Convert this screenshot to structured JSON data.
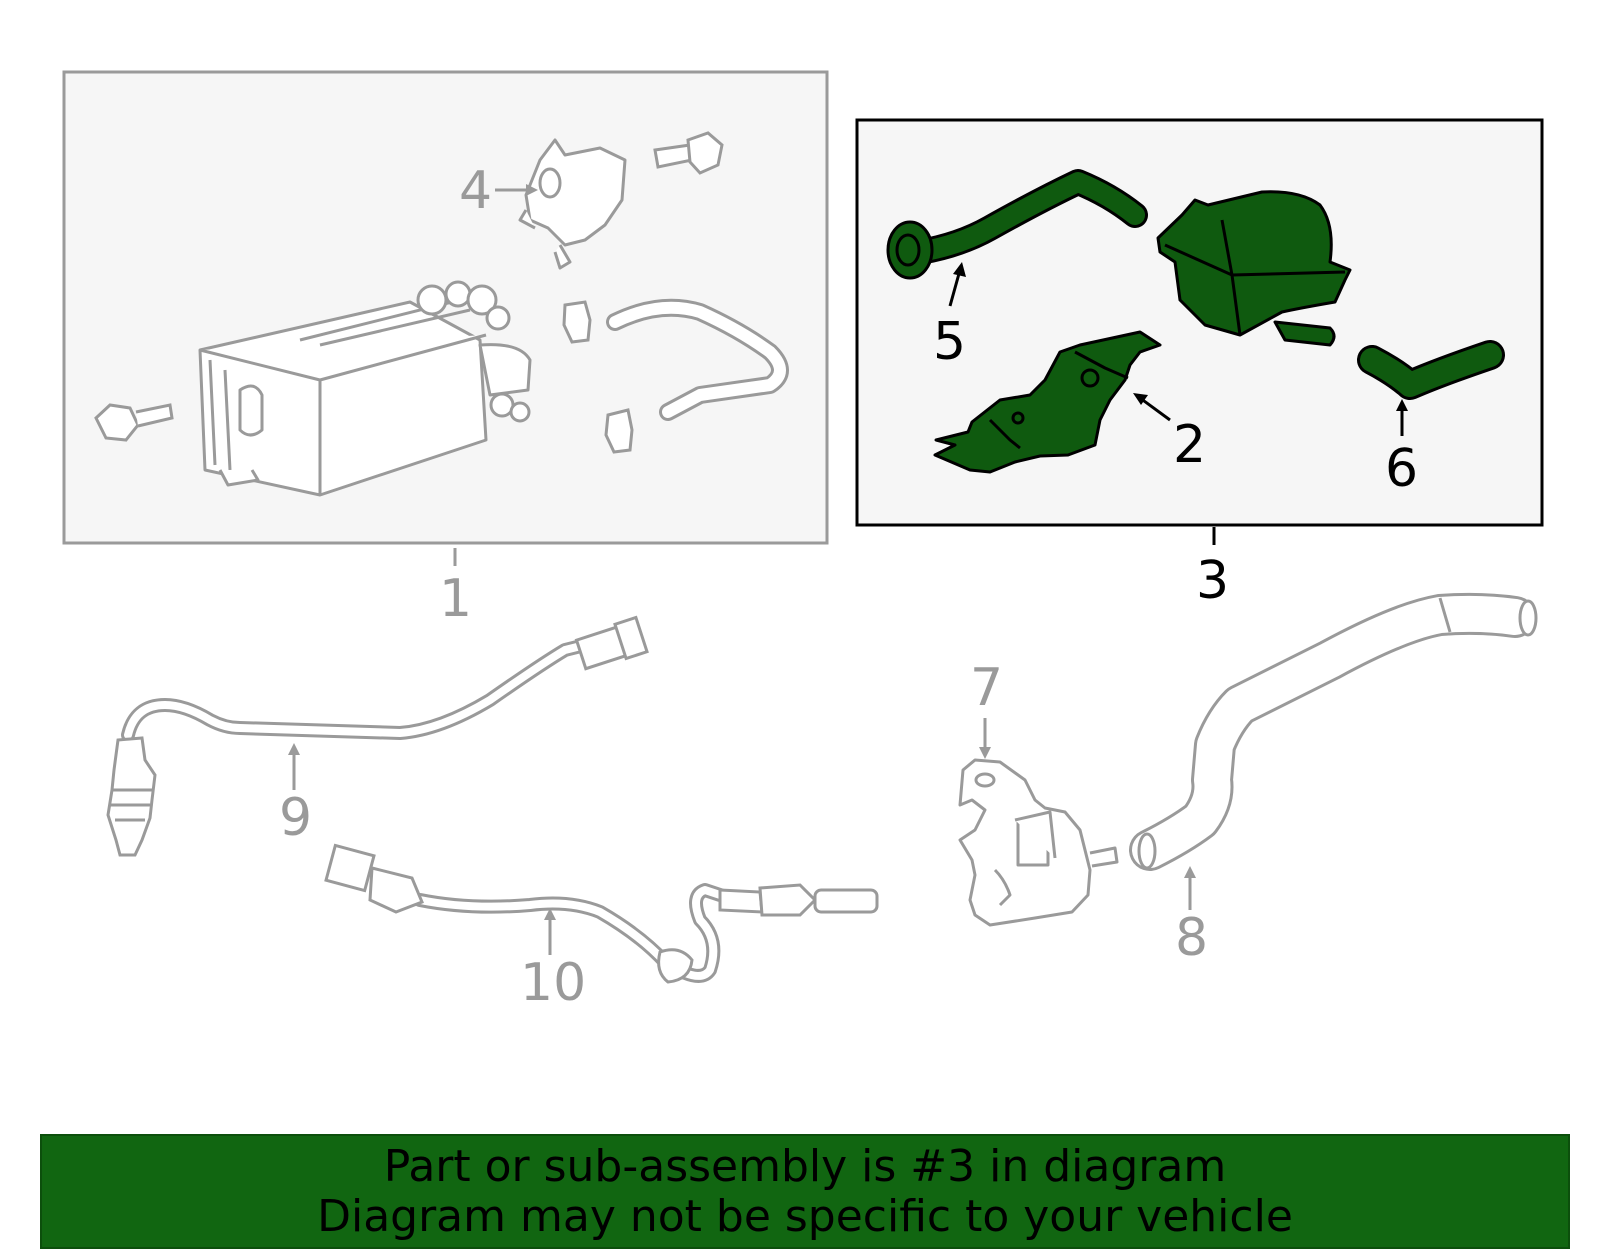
{
  "colors": {
    "highlight_fill": "#0f5a0f",
    "highlight_stroke": "#000000",
    "inactive_stroke": "#9a9a9a",
    "box_background": "#f6f6f6",
    "banner_background": "#116611"
  },
  "callouts": {
    "c1": "1",
    "c2": "2",
    "c3": "3",
    "c4": "4",
    "c5": "5",
    "c6": "6",
    "c7": "7",
    "c8": "8",
    "c9": "9",
    "c10": "10"
  },
  "highlighted_part": "3",
  "footer": {
    "line1": "Part or sub-assembly is #3 in diagram",
    "line2": "Diagram may not be specific to your vehicle"
  }
}
